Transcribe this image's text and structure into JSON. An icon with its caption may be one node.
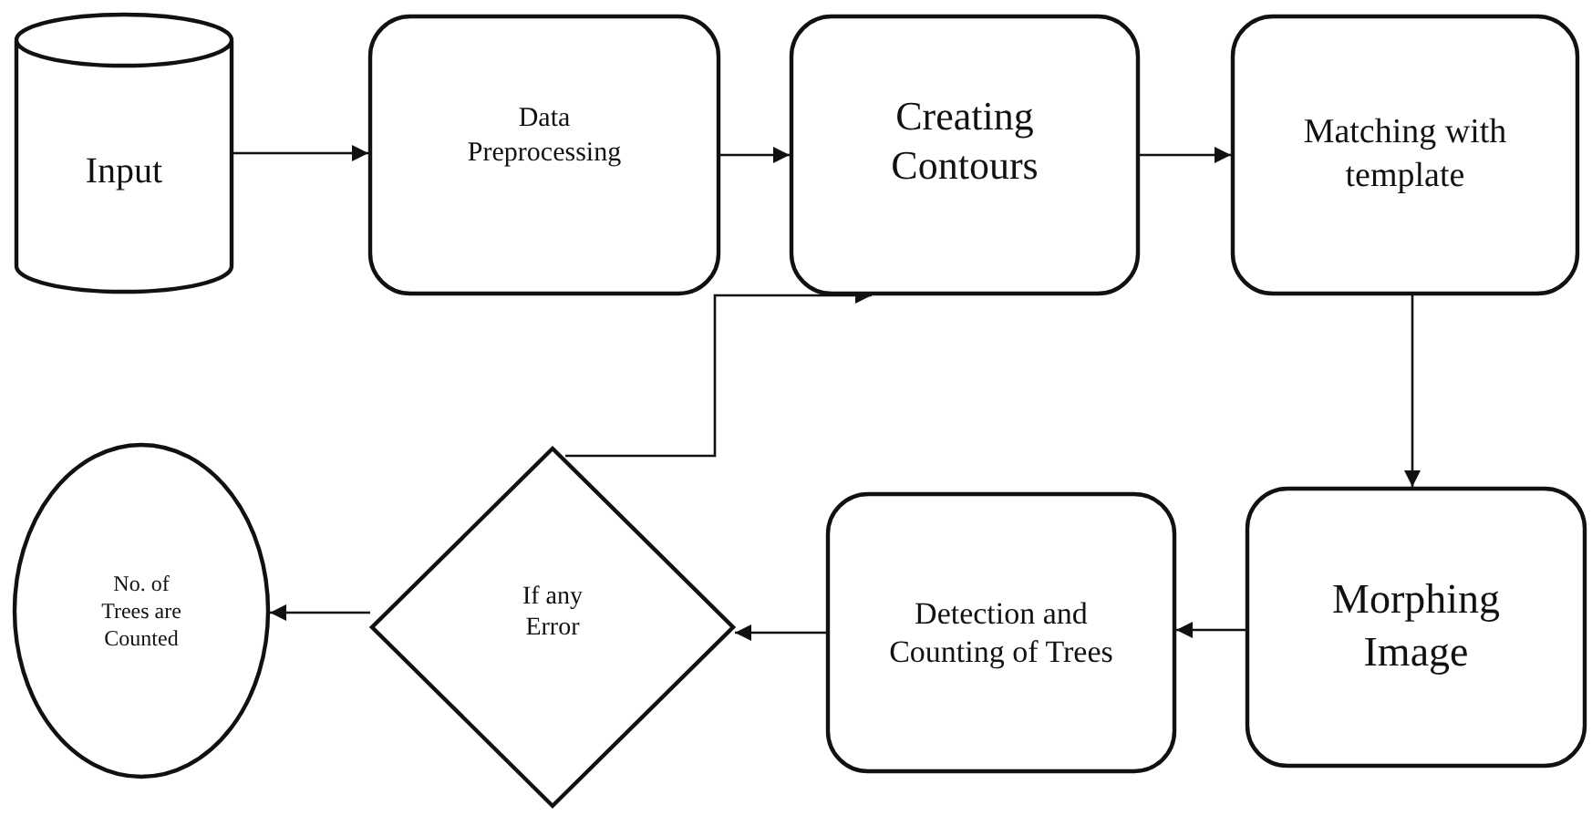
{
  "diagram": {
    "nodes": [
      {
        "text": [
          "Input"
        ]
      },
      {
        "text": [
          "Data Preprocessing"
        ]
      },
      {
        "text": [
          "Creating Contours"
        ]
      },
      {
        "text": [
          "Matching with template"
        ]
      },
      {
        "text": [
          "Morphing Image"
        ]
      },
      {
        "text": [
          "Detection and Counting of Trees"
        ]
      },
      {
        "text": [
          "If any Error"
        ]
      },
      {
        "text": [
          "No. of Trees are Counted"
        ]
      }
    ],
    "edges": [
      {
        "from": 0,
        "to": 1,
        "arrow": "to"
      },
      {
        "from": 1,
        "to": 2,
        "arrow": "to"
      },
      {
        "from": 2,
        "to": 3,
        "arrow": "to"
      },
      {
        "from": 3,
        "to": 4,
        "arrow": "to"
      },
      {
        "from": 4,
        "to": 5,
        "arrow": "to"
      },
      {
        "from": 5,
        "to": 6,
        "arrow": "to"
      },
      {
        "from": 6,
        "to": 7,
        "arrow": "to"
      },
      {
        "from": 6,
        "to": 2,
        "arrow": "to"
      }
    ]
  }
}
